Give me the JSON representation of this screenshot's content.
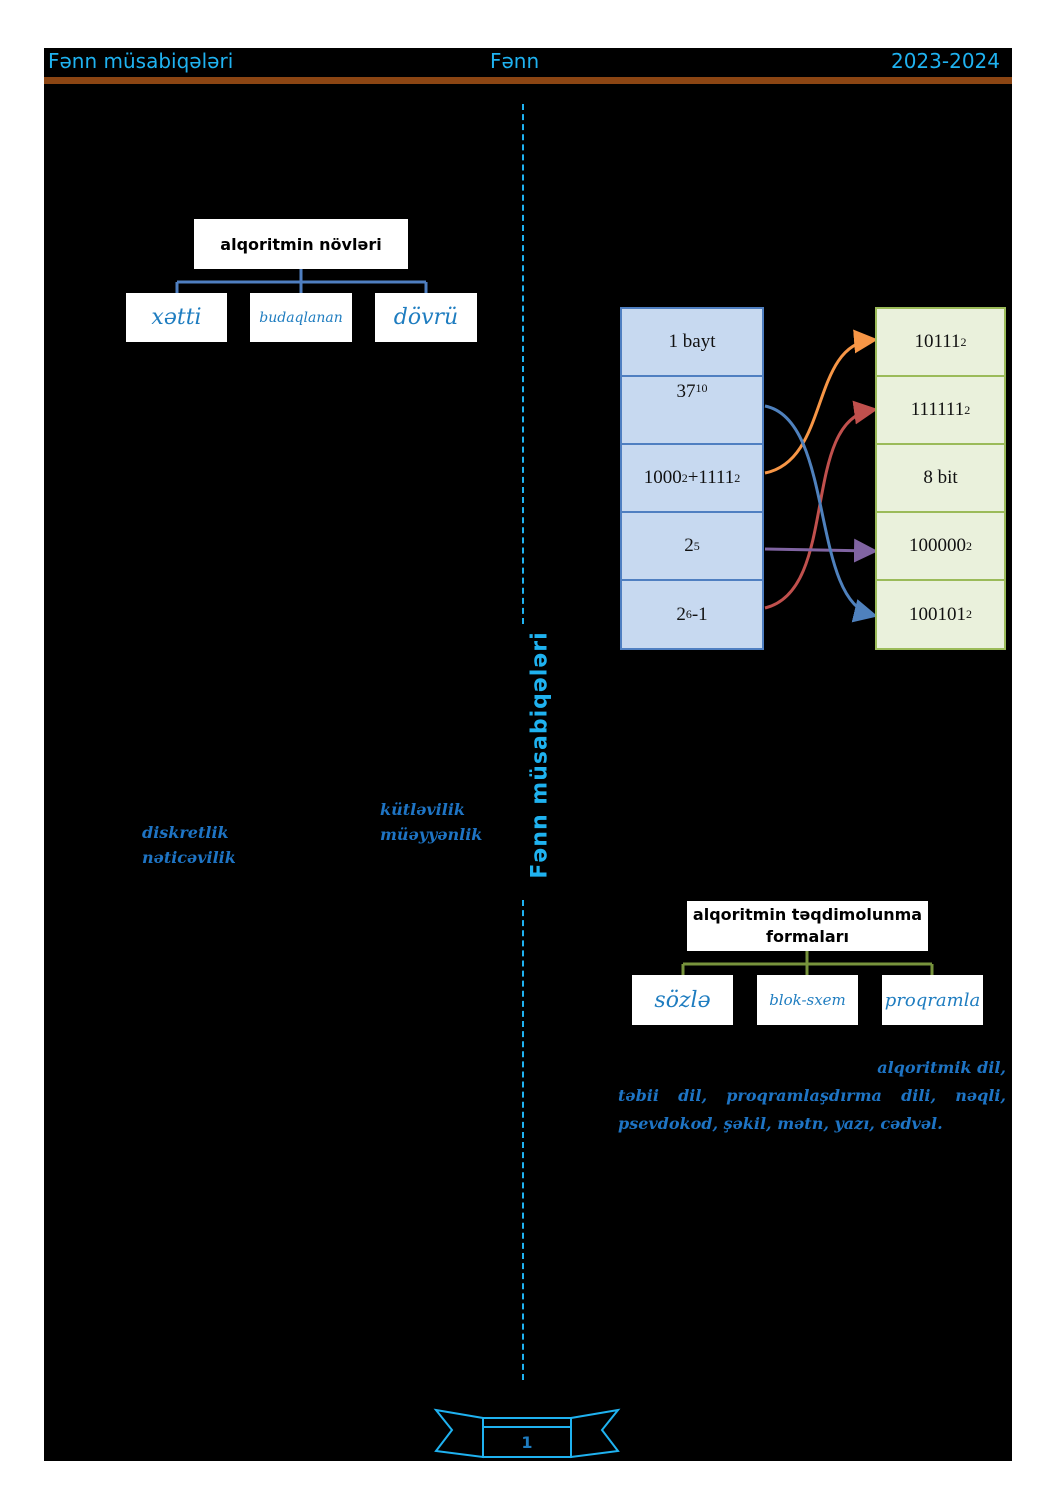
{
  "header": {
    "left": "Fənn müsabiqələri",
    "center": "Fənn",
    "right": "2023-2024"
  },
  "side_banner": "Fənn müsabiqələri",
  "tree_types": {
    "title": "alqoritmin növləri",
    "items": [
      "xətti",
      "budaqlanan",
      "dövrü"
    ]
  },
  "properties": {
    "left": [
      "diskretlik",
      "nəticəvilik"
    ],
    "right": [
      "kütləvilik",
      "müəyyənlik"
    ]
  },
  "matching": {
    "left": [
      {
        "base": "1 bayt",
        "sub": "",
        "sup": ""
      },
      {
        "base": "37",
        "sub": "10",
        "sup": ""
      },
      {
        "base": "1000",
        "sub": "2",
        "plus": "+1111",
        "sub2": "2"
      },
      {
        "base": "2",
        "sup": "5",
        "tail": ""
      },
      {
        "base": "2",
        "sup": "6",
        "tail": "-1"
      }
    ],
    "right": [
      {
        "base": "10111",
        "sub": "2"
      },
      {
        "base": "111111",
        "sub": "2"
      },
      {
        "base": "8 bit",
        "sub": ""
      },
      {
        "base": "100000",
        "sub": "2"
      },
      {
        "base": "100101",
        "sub": "2"
      }
    ],
    "arrow_colors": [
      "#f79646",
      "#c0504d",
      "#8064a2",
      "#4f81bd"
    ]
  },
  "tree_forms": {
    "title_line1": "alqoritmin təqdimolunma",
    "title_line2": "formaları",
    "items": [
      "sözlə",
      "blok-sxem",
      "proqramla"
    ]
  },
  "languages_text": {
    "line1": "alqoritmik dil,",
    "line2": "təbii dil, proqramlaşdırma dili, nəqli,",
    "line3": "psevdokod, şəkil, mətn, yazı, cədvəl."
  },
  "page_number": "1",
  "colors": {
    "accent": "#1fb2f0",
    "rule": "#8b4513",
    "tree1_lines": "#4f7fc1",
    "tree2_lines": "#77933c"
  }
}
